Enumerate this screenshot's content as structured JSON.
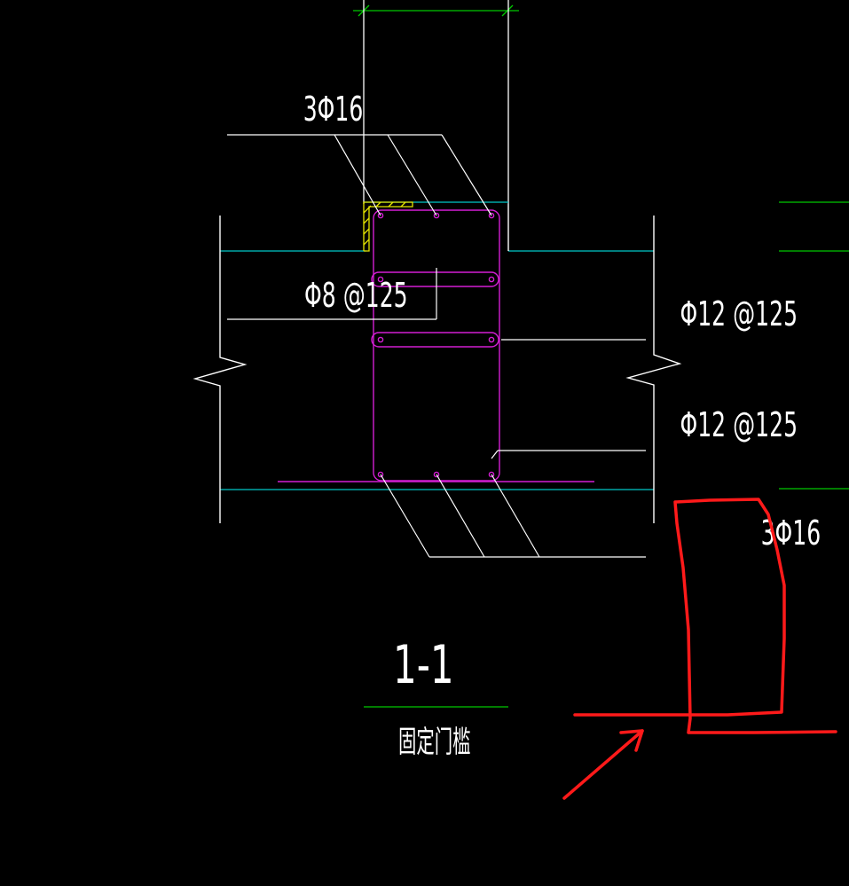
{
  "drawing": {
    "labels": {
      "top_bars": "3Φ16",
      "stirrup_left": "Φ8 @125",
      "tie_upper": "Φ12 @125",
      "tie_lower": "Φ12 @125",
      "bottom_bars": "3Φ16"
    },
    "section_title": "1-1",
    "section_subtitle": "固定门槛"
  },
  "colors": {
    "background": "#000000",
    "outline": "#ffffff",
    "rebar": "#d21ed2",
    "level_line": "#00c8c8",
    "grid_line": "#00c800",
    "steel_angle": "#e6e600",
    "annotation": "#ff1a1a"
  }
}
